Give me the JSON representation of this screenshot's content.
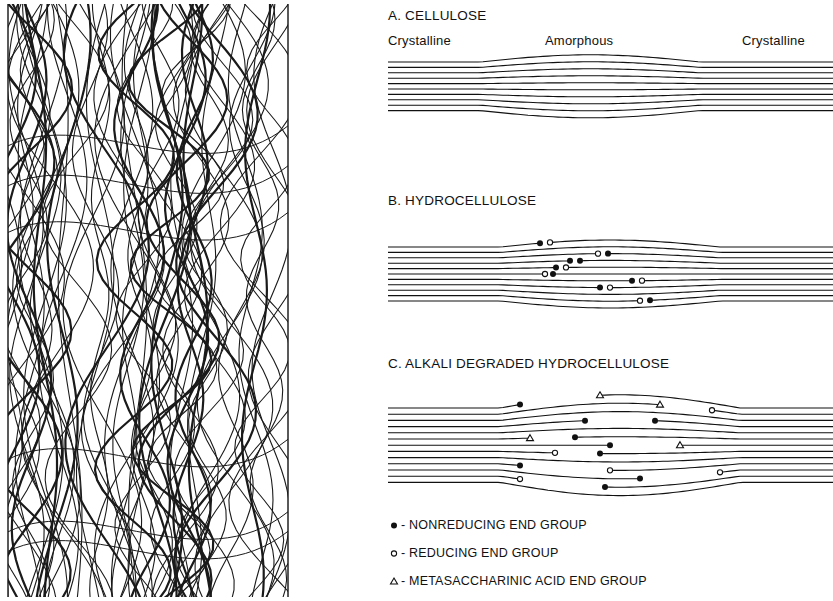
{
  "diagram": {
    "labels": [
      "A. CELLULOSE",
      "Crystalline",
      "Amorphous",
      "Crystalline",
      "B. HYDROCELLULOSE",
      "C. ALKALI DEGRADED HYDROCELLULOSE"
    ],
    "legend": [
      {
        "text": "- NONREDUCING END GROUP"
      },
      {
        "text": "- REDUCING END GROUP"
      },
      {
        "text": "- METASACCHARINIC ACID END GROUP"
      }
    ]
  }
}
